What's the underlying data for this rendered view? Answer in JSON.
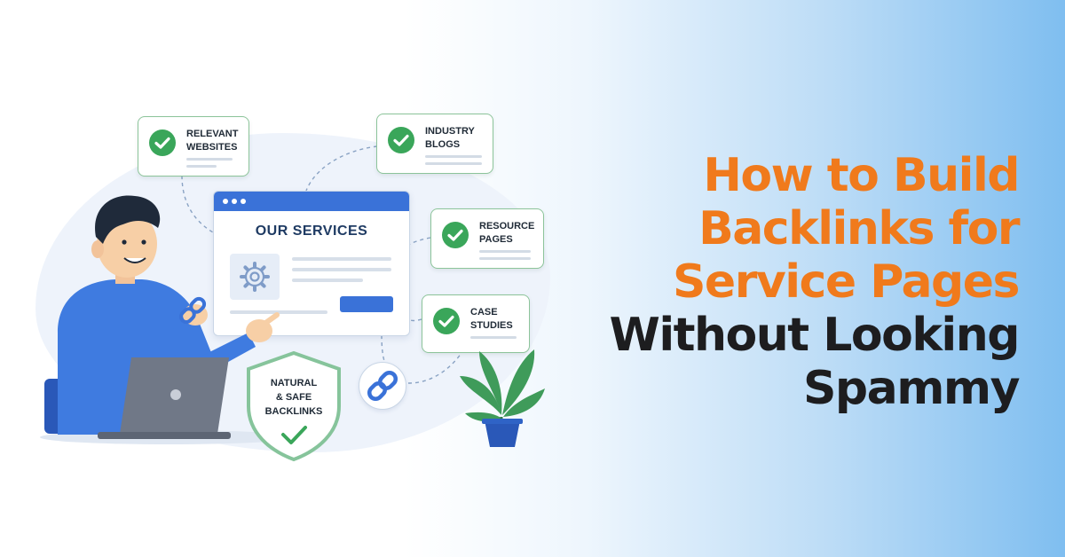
{
  "cards": [
    {
      "id": "relevant",
      "line1": "RELEVANT",
      "line2": "WEBSITES"
    },
    {
      "id": "industry",
      "line1": "INDUSTRY",
      "line2": "BLOGS"
    },
    {
      "id": "resource",
      "line1": "RESOURCE",
      "line2": "PAGES"
    },
    {
      "id": "case",
      "line1": "CASE",
      "line2": "STUDIES"
    }
  ],
  "browser": {
    "title": "OUR SERVICES"
  },
  "shield": {
    "line1": "NATURAL",
    "line2": "& SAFE",
    "line3": "BACKLINKS"
  },
  "headline": {
    "line1": "How to Build",
    "line2": "Backlinks for",
    "line3": "Service Pages",
    "line4": "Without Looking",
    "line5": "Spammy"
  },
  "colors": {
    "accent_orange": "#f07a1c",
    "dark_text": "#1d1d1f",
    "check_green": "#3aa65a",
    "browser_blue": "#3a72d8",
    "shirt_blue": "#3f7be0"
  }
}
